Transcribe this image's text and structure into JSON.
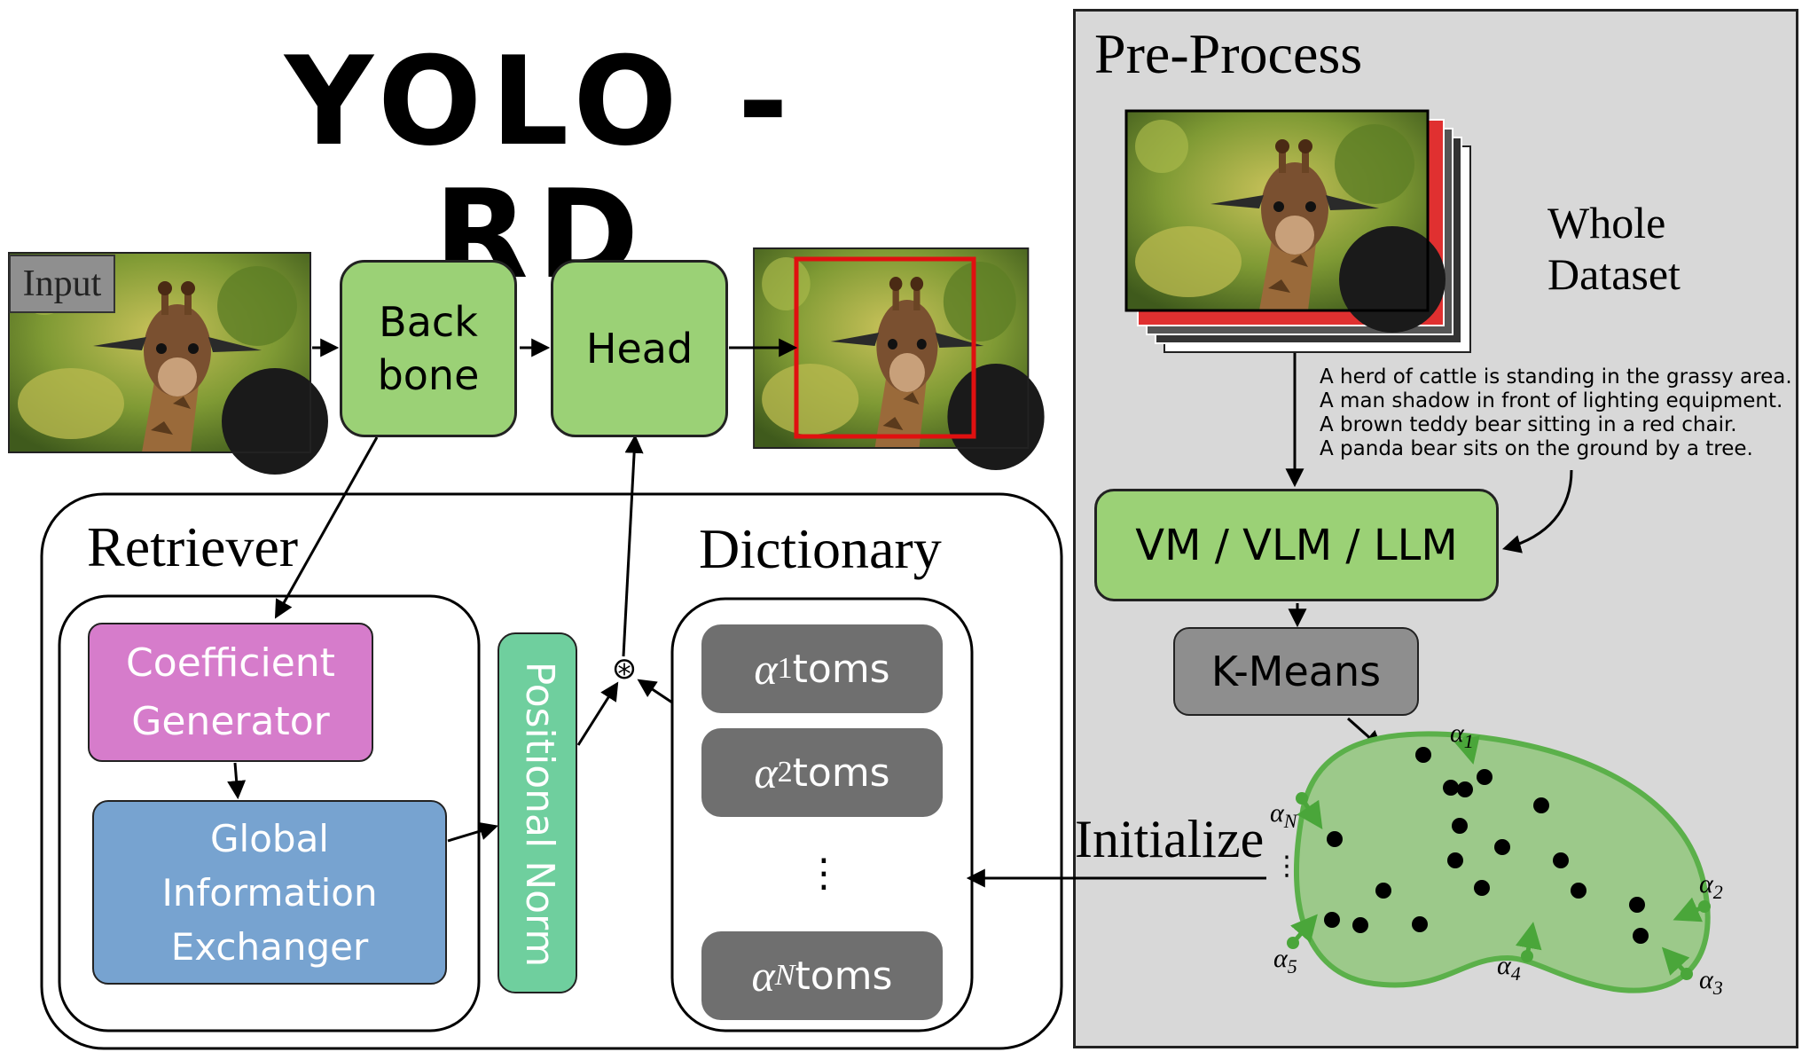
{
  "title": "YOLO - RD",
  "input_label": "Input",
  "backbone_label": "Back\nbone",
  "head_label": "Head",
  "retriever_label": "Retriever",
  "dictionary_label": "Dictionary",
  "coefficient_generator_label": "Coefficient\nGenerator",
  "gie_label": "Global\nInformation\nExchanger",
  "positional_norm_label": "Positional Norm",
  "conv_symbol": "⊛",
  "atoms": [
    {
      "alpha": "α",
      "sub": "1",
      "text": "toms"
    },
    {
      "alpha": "α",
      "sub": "2",
      "text": "toms"
    },
    {
      "alpha": "α",
      "sub": "N",
      "text": "toms"
    }
  ],
  "atoms_ellipsis": "⋮",
  "preprocess_label": "Pre-Process",
  "whole_dataset_label": "Whole\nDataset",
  "captions": [
    "A herd of cattle is standing in the grassy area.",
    "A man shadow in front of lighting equipment.",
    "A brown teddy bear sitting in a red chair.",
    "A panda bear sits on the ground by a tree."
  ],
  "vlm_label": "VM / VLM / LLM",
  "kmeans_label": "K-Means",
  "initialize_label": "Initialize",
  "cluster_labels": [
    {
      "alpha": "α",
      "sub": "1"
    },
    {
      "alpha": "α",
      "sub": "N"
    },
    {
      "alpha": "α",
      "sub": "2"
    },
    {
      "alpha": "α",
      "sub": "3"
    },
    {
      "alpha": "α",
      "sub": "4"
    },
    {
      "alpha": "α",
      "sub": "5"
    }
  ],
  "cluster_ellipsis": "⋮",
  "colors": {
    "green_box": "#9bd176",
    "purple_box": "#d67ccb",
    "blue_box": "#77a3d0",
    "teal_box": "#6fcf9e",
    "gray_box": "#6f6f6f",
    "kmeans_box": "#8e8e8e",
    "blob_fill": "#9cc98a",
    "blob_stroke": "#5bb04a",
    "detection_box": "#e01010",
    "panel_bg": "#d8d8d8"
  }
}
